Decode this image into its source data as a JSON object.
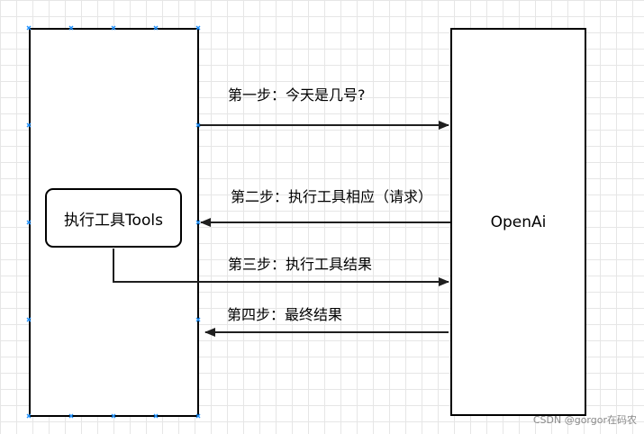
{
  "diagram": {
    "server_label": "OpenAi",
    "tools_label": "执行工具Tools",
    "steps": [
      "第一步：今天是几号?",
      "第二步：执行工具相应（请求）",
      "第三步：执行工具结果",
      "第四步：最终结果"
    ]
  },
  "watermark": "CSDN @gorgor在码农",
  "colors": {
    "line": "#1f1f1f",
    "handle": "#1e90ff",
    "grid": "#e6e6e6"
  }
}
